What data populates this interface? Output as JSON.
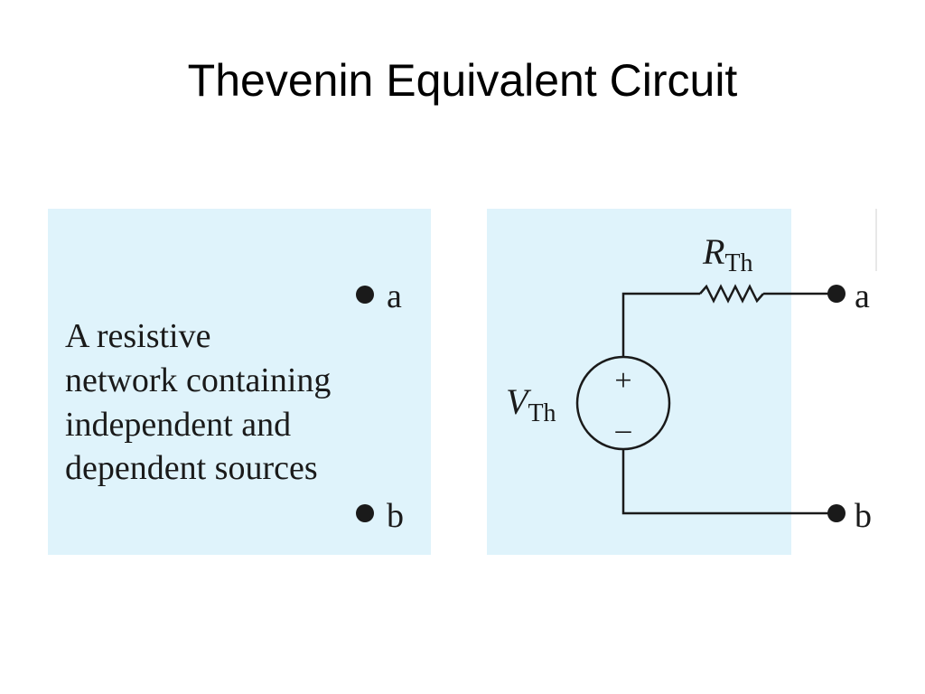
{
  "slide": {
    "title": "Thevenin Equivalent Circuit"
  },
  "left_panel": {
    "description_lines": [
      "A resistive",
      "network containing",
      "independent and",
      "dependent sources"
    ],
    "terminal_a": "a",
    "terminal_b": "b"
  },
  "right_panel": {
    "resistor_symbol": "R",
    "resistor_subscript": "Th",
    "source_symbol": "V",
    "source_subscript": "Th",
    "plus_sign": "+",
    "minus_sign": "–",
    "terminal_a": "a",
    "terminal_b": "b"
  },
  "colors": {
    "panel_fill": "#dff3fb",
    "wire": "#1a1a1a",
    "text": "#1a1a1a"
  }
}
